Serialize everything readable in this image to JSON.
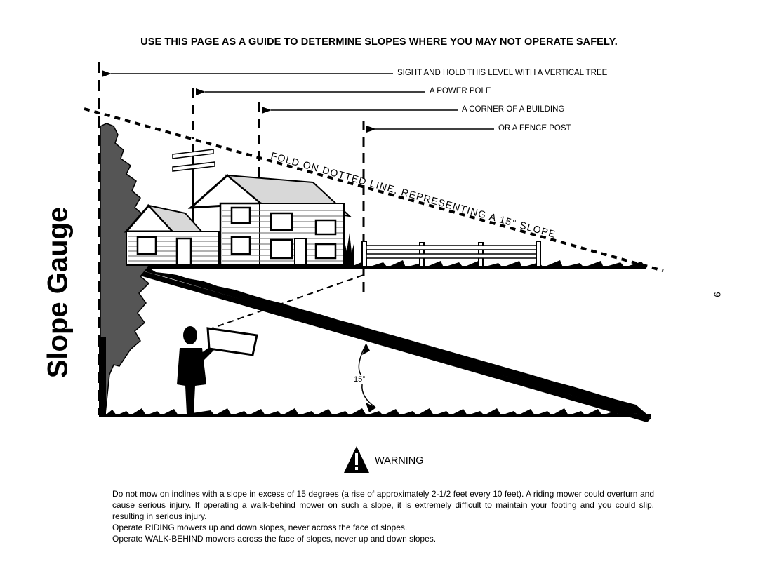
{
  "header": {
    "instruction": "USE THIS PAGE AS A GUIDE TO DETERMINE SLOPES WHERE YOU MAY NOT OPERATE SAFELY."
  },
  "side_title": "Slope Gauge",
  "page_number": "9",
  "diagram": {
    "labels": {
      "tree": "SIGHT AND HOLD THIS LEVEL WITH A VERTICAL TREE",
      "pole": "A POWER POLE",
      "building": "A CORNER OF A BUILDING",
      "fence": "OR A FENCE POST"
    },
    "fold_line": "FOLD ON DOTTED LINE, REPRESENTING A 15° SLOPE",
    "angle_label": "15°"
  },
  "warning": {
    "title": "WARNING",
    "paragraphs": [
      "Do not mow on inclines with a slope in excess of 15 degrees (a rise of approximately 2-1/2 feet every 10 feet).  A riding mower could overturn and cause serious injury.  If operating a walk-behind mower on such a slope, it is extremely difficult to maintain your footing and you could slip, resulting in serious injury.",
      "Operate RIDING mowers up and down slopes, never across the face of slopes.",
      "Operate WALK-BEHIND mowers across the face of slopes, never up and down slopes."
    ]
  },
  "colors": {
    "ink": "#000000",
    "tree_fill": "#555555",
    "roof_fill": "#d8d8d8"
  }
}
